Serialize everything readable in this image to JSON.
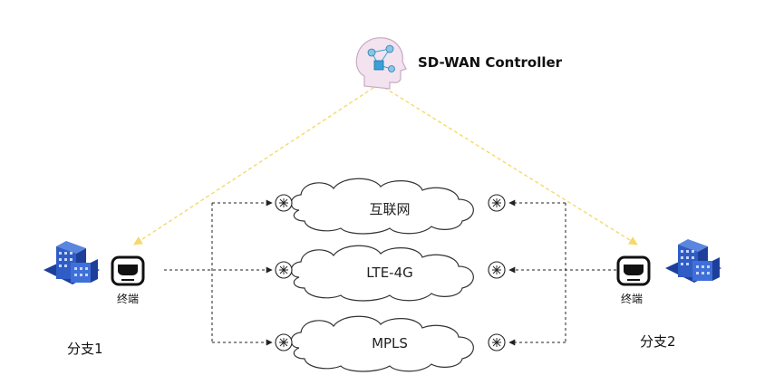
{
  "controller": {
    "label": "SD-WAN Controller"
  },
  "networks": [
    {
      "label": "互联网"
    },
    {
      "label": "LTE-4G"
    },
    {
      "label": "MPLS"
    }
  ],
  "branches": [
    {
      "label": "分支1",
      "device_label": "终端"
    },
    {
      "label": "分支2",
      "device_label": "终端"
    }
  ],
  "colors": {
    "control_link": "#f5d96a",
    "data_link": "#222222",
    "building": "#2f5cc5",
    "building_dark": "#1d3f9a",
    "cloud_stroke": "#333333",
    "router_stroke": "#222222",
    "controller_accent": "#3aa0d8",
    "controller_head": "#e9d6e6"
  }
}
